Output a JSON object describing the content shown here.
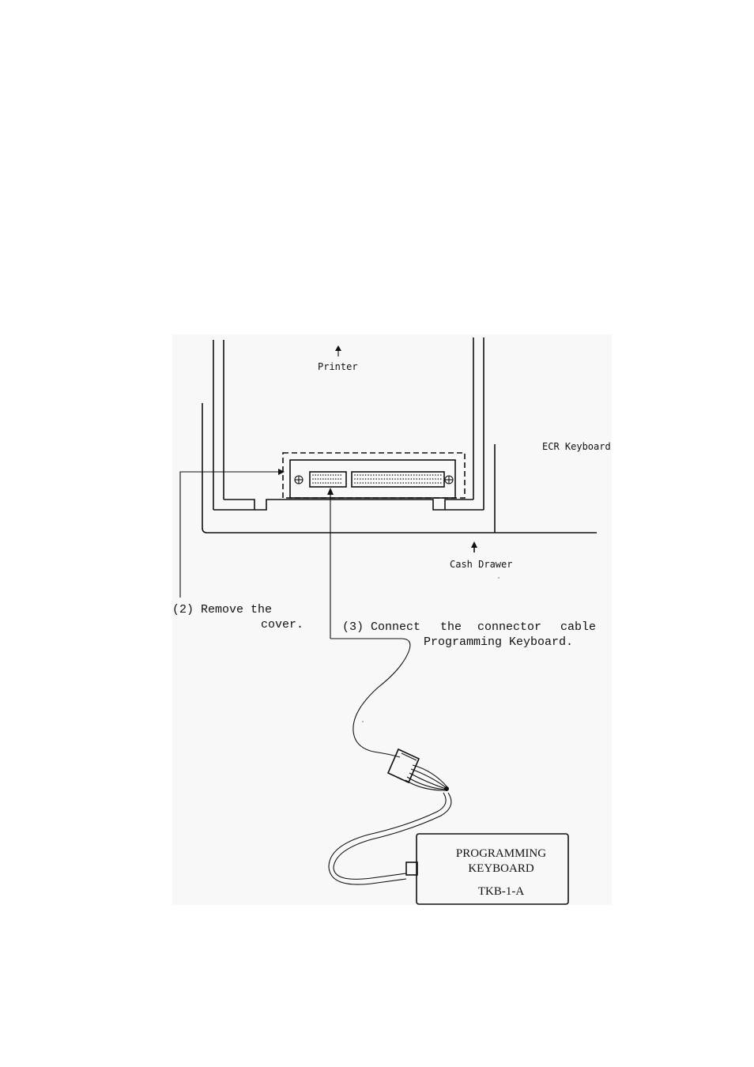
{
  "labels": {
    "printer": "Printer",
    "ecr_keyboard": "ECR Keyboard",
    "cash_drawer": "Cash Drawer",
    "step2_line1": "(2) Remove the",
    "step2_line2": "cover.",
    "step3_line1_words": [
      "(3) Connect",
      "the",
      "connector",
      "cable"
    ],
    "step3_line2": "Programming Keyboard.",
    "device_line1": "PROGRAMMING",
    "device_line2": "KEYBOARD",
    "device_model": "TKB-1-A"
  },
  "icons": {
    "printer_arrow": "up-arrow-icon",
    "cash_drawer_arrow": "up-arrow-icon",
    "screw": "screw-head-icon"
  }
}
